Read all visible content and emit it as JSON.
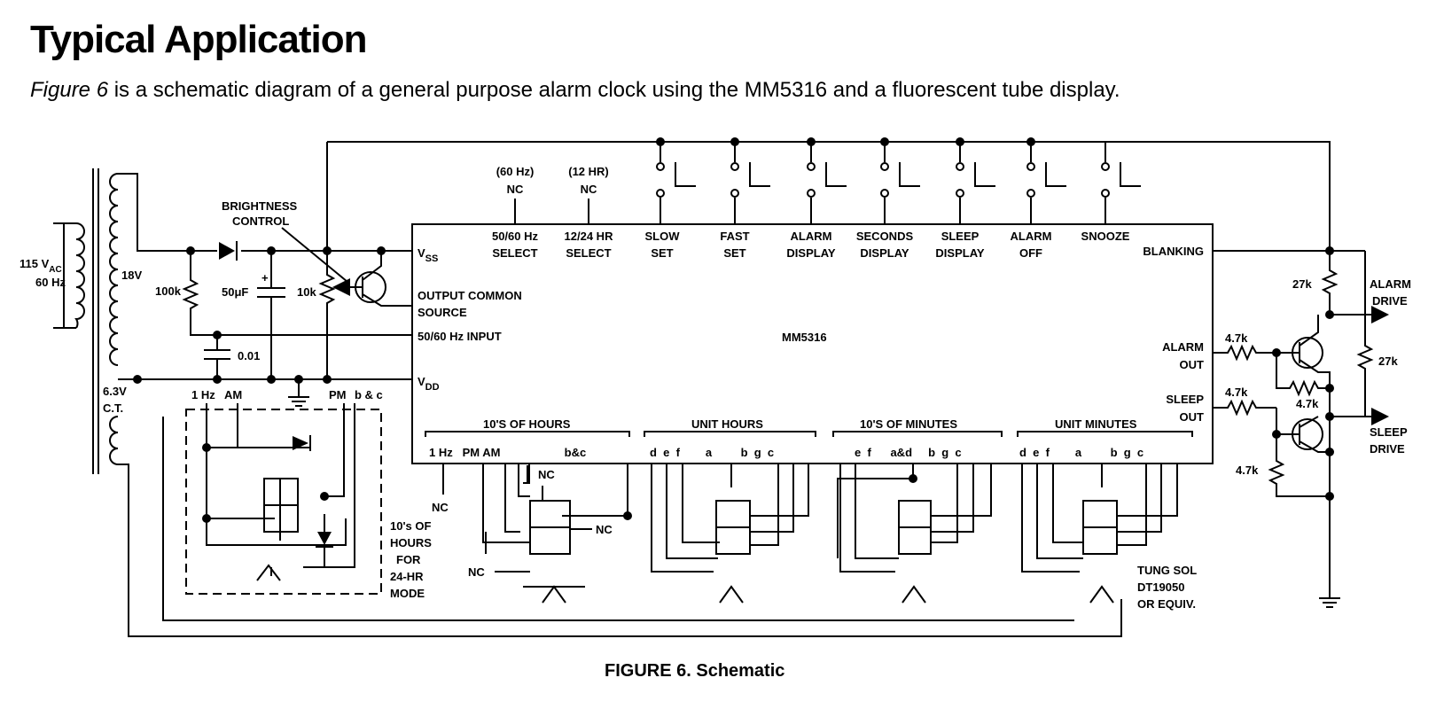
{
  "heading": "Typical Application",
  "intro": {
    "figure_ref": "Figure 6",
    "text": " is a schematic diagram of a general purpose alarm clock using the MM5316 and a fluorescent tube display."
  },
  "caption": "FIGURE 6. Schematic",
  "chip": {
    "part": "MM5316",
    "vss": "V",
    "vss_sub": "SS",
    "vdd": "V",
    "vdd_sub": "DD",
    "output_common_1": "OUTPUT COMMON",
    "output_common_2": "SOURCE",
    "input_5060": "50/60 Hz INPUT",
    "blanking": "BLANKING",
    "alarm_out_1": "ALARM",
    "alarm_out_2": "OUT",
    "sleep_out_1": "SLEEP",
    "sleep_out_2": "OUT"
  },
  "top_pins": [
    {
      "l1": "50/60 Hz",
      "l2": "SELECT"
    },
    {
      "l1": "12/24 HR",
      "l2": "SELECT"
    },
    {
      "l1": "SLOW",
      "l2": "SET"
    },
    {
      "l1": "FAST",
      "l2": "SET"
    },
    {
      "l1": "ALARM",
      "l2": "DISPLAY"
    },
    {
      "l1": "SECONDS",
      "l2": "DISPLAY"
    },
    {
      "l1": "SLEEP",
      "l2": "DISPLAY"
    },
    {
      "l1": "ALARM",
      "l2": "OFF"
    },
    {
      "l1": "SNOOZE",
      "l2": ""
    }
  ],
  "select_nc": [
    {
      "paren": "(60 Hz)",
      "nc": "NC"
    },
    {
      "paren": "(12 HR)",
      "nc": "NC"
    }
  ],
  "groups": [
    {
      "title": "10'S OF HOURS",
      "pins": "1 Hz   PM AM                    b&c"
    },
    {
      "title": "UNIT HOURS",
      "pins": "d  e  f        a         b  g  c"
    },
    {
      "title": "10'S OF MINUTES",
      "pins": "e  f      a&d     b  g  c"
    },
    {
      "title": "UNIT MINUTES",
      "pins": "d  e  f        a         b  g  c"
    }
  ],
  "power": {
    "mains_1": "115 V",
    "mains_sub": "AC",
    "mains_2": "60 Hz",
    "secondary": "18V",
    "filament_1": "6.3V",
    "filament_2": "C.T.",
    "r100k": "100k",
    "c50u": "50μF",
    "c001": "0.01",
    "pot": "10k",
    "plus": "+",
    "brightness_1": "BRIGHTNESS",
    "brightness_2": "CONTROL"
  },
  "option_box": {
    "pin_1hz": "1 Hz",
    "pin_am": "AM",
    "pin_pm": "PM",
    "pin_bc": "b & c",
    "note": [
      "10's OF",
      "HOURS",
      "FOR",
      "24-HR",
      "MODE"
    ]
  },
  "nc_labels": {
    "nc_1hz": "NC",
    "nc_top": "NC",
    "nc_right": "NC",
    "nc_left": "NC"
  },
  "outputs": {
    "r_alarm_pull": "27k",
    "r_mid": "27k",
    "r_alarm_base": "4.7k",
    "r_alarm_be": "4.7k",
    "r_sleep_base": "4.7k",
    "r_sleep_low": "4.7k",
    "alarm_drive_1": "ALARM",
    "alarm_drive_2": "DRIVE",
    "sleep_drive_1": "SLEEP",
    "sleep_drive_2": "DRIVE"
  },
  "display_tube": [
    "TUNG SOL",
    "DT19050",
    "OR EQUIV."
  ]
}
